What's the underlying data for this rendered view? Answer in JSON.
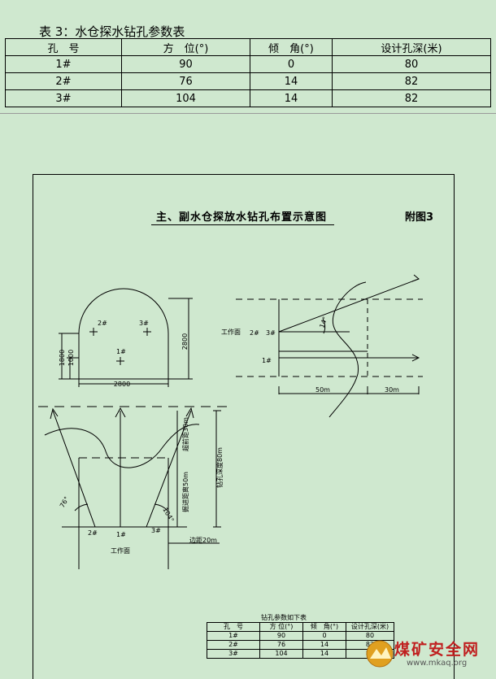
{
  "table": {
    "caption": "表 3：水仓探水钻孔参数表",
    "headers": [
      "孔　号",
      "方　位(°)",
      "倾　角(°)",
      "设计孔深(米)"
    ],
    "rows": [
      [
        "1#",
        "90",
        "0",
        "80"
      ],
      [
        "2#",
        "76",
        "14",
        "82"
      ],
      [
        "3#",
        "104",
        "14",
        "82"
      ]
    ]
  },
  "diagram": {
    "title": "主、副水仓探放水钻孔布置示意图",
    "figure_label": "附图3",
    "section": {
      "height_label": "2800",
      "width_label": "2800",
      "left_dim_a": "1800",
      "left_dim_b": "1000",
      "hole1": "1#",
      "hole2": "2#",
      "hole3": "3#"
    },
    "side": {
      "work_face": "工作面",
      "hole2": "2#",
      "hole3": "3#",
      "hole1": "1#",
      "angle": "14°",
      "dist1": "50m",
      "dist2": "30m"
    },
    "plan": {
      "angle_left": "76°",
      "angle_right": "104°",
      "hole2": "2#",
      "hole1": "1#",
      "hole3": "3#",
      "work_face": "工作面",
      "side_dist": "边距20m",
      "advance": "超前距30m",
      "excavation": "掘进距离50m",
      "hole_depth": "钻孔深度80m"
    },
    "mini_table": {
      "title": "钻孔参数如下表",
      "headers": [
        "孔　号",
        "方 位(°)",
        "倾　角(°)",
        "设计孔深(米)"
      ],
      "rows": [
        [
          "1#",
          "90",
          "0",
          "80"
        ],
        [
          "2#",
          "76",
          "14",
          "82"
        ],
        [
          "3#",
          "104",
          "14",
          "82"
        ]
      ]
    }
  },
  "watermark": {
    "text": "煤矿安全网",
    "url": "www.mkaq.org"
  }
}
